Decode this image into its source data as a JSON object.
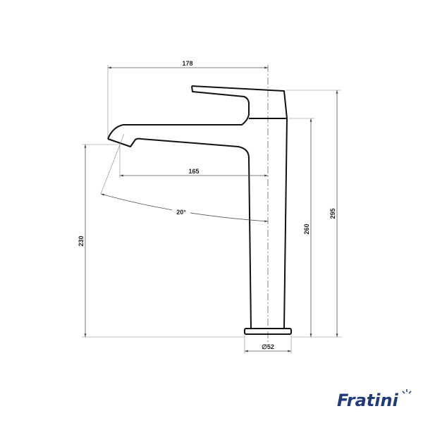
{
  "dimensions": {
    "overall_width": "178",
    "spout_reach": "165",
    "angle": "20°",
    "spout_height": "230",
    "body_height": "260",
    "overall_height": "295",
    "base_diameter": "∅52"
  },
  "logo": {
    "text": "Fratini",
    "color": "#1f3a7d"
  },
  "colors": {
    "line": "#111111",
    "dimension": "#555555"
  }
}
